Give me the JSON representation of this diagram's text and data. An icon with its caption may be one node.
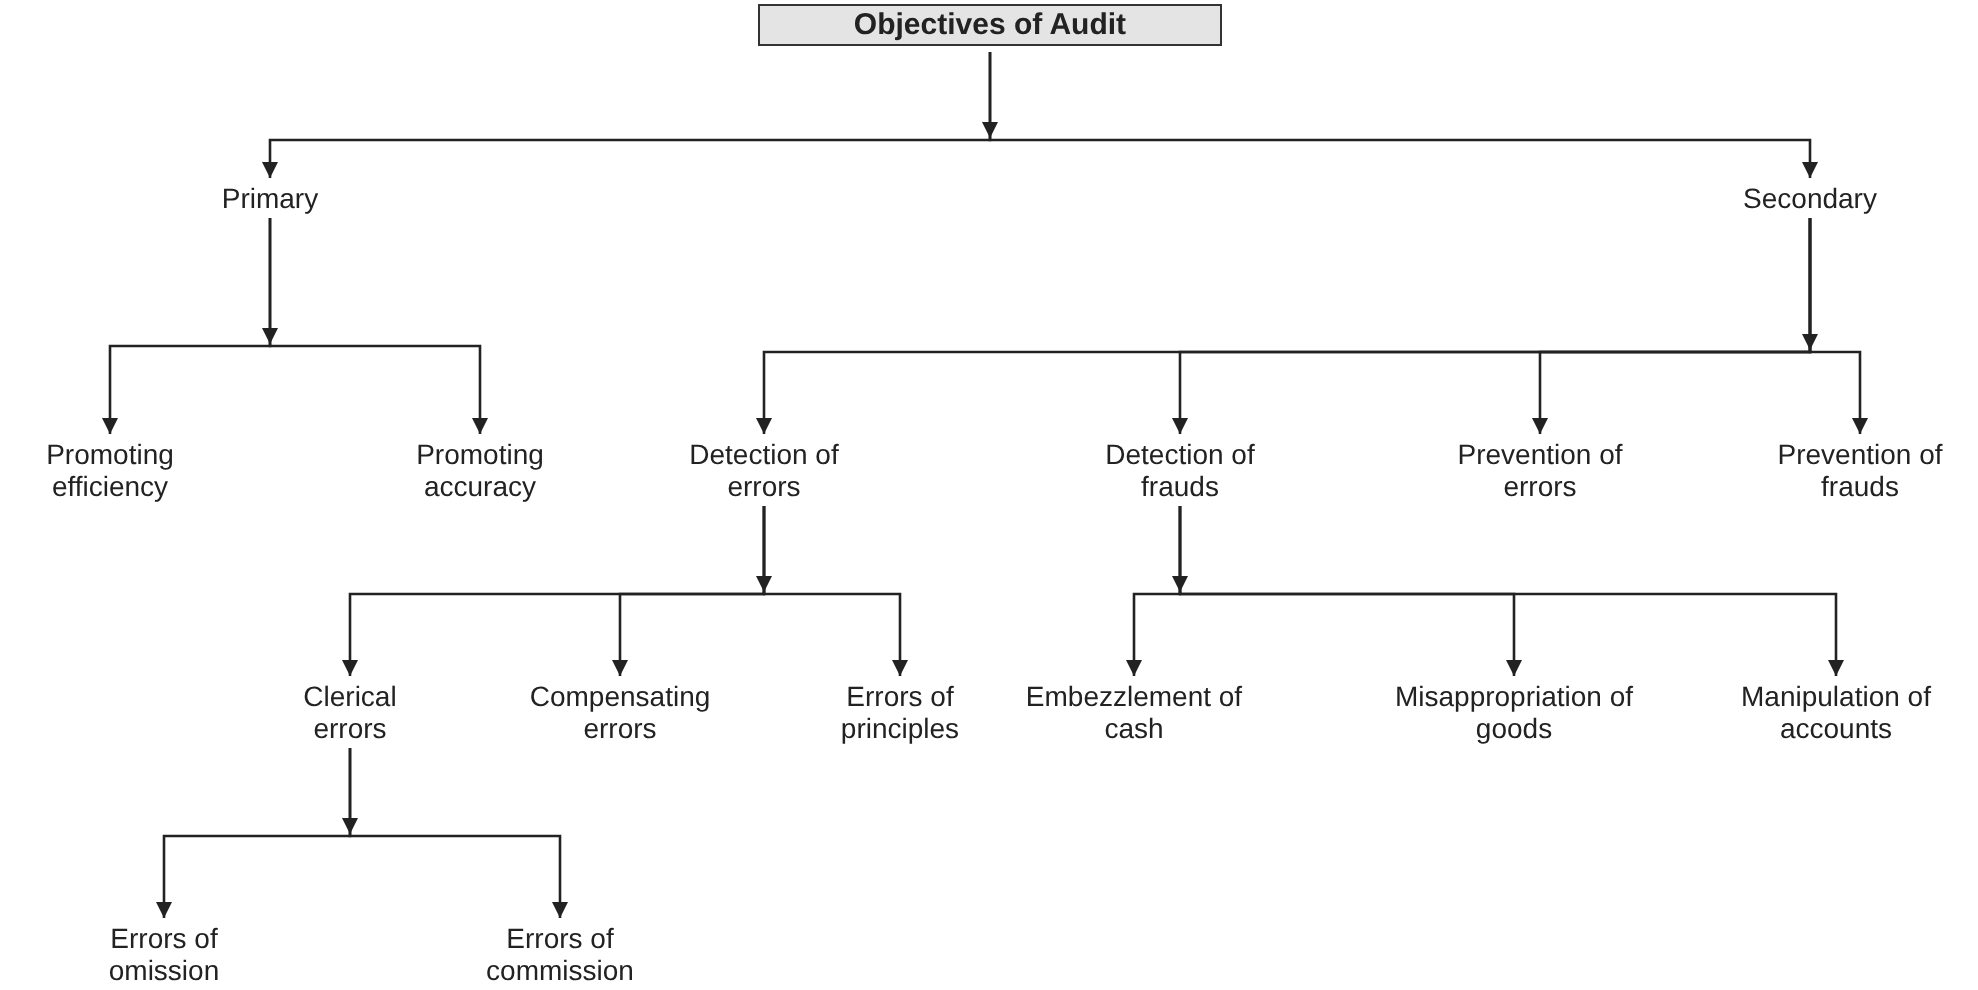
{
  "diagram": {
    "nodes": [
      {
        "text": [
          "Objectives of Audit"
        ]
      },
      {
        "text": [
          "Primary"
        ]
      },
      {
        "text": [
          "Secondary"
        ]
      },
      {
        "text": [
          "Promoting efficiency"
        ]
      },
      {
        "text": [
          "Promoting accuracy"
        ]
      },
      {
        "text": [
          "Detection of errors"
        ]
      },
      {
        "text": [
          "Detection of frauds"
        ]
      },
      {
        "text": [
          "Prevention of errors"
        ]
      },
      {
        "text": [
          "Prevention of frauds"
        ]
      },
      {
        "text": [
          "Clerical errors"
        ]
      },
      {
        "text": [
          "Compensating errors"
        ]
      },
      {
        "text": [
          "Errors of principles"
        ]
      },
      {
        "text": [
          "Embezzlement of cash"
        ]
      },
      {
        "text": [
          "Misappropriation of goods"
        ]
      },
      {
        "text": [
          "Manipulation of accounts"
        ]
      },
      {
        "text": [
          "Errors of omission"
        ]
      },
      {
        "text": [
          "Errors of commission"
        ]
      }
    ],
    "edges": [
      {
        "from": 0,
        "to": 1,
        "arrow": "to"
      },
      {
        "from": 0,
        "to": 2,
        "arrow": "to"
      },
      {
        "from": 1,
        "to": 3,
        "arrow": "to"
      },
      {
        "from": 1,
        "to": 4,
        "arrow": "to"
      },
      {
        "from": 2,
        "to": 5,
        "arrow": "to"
      },
      {
        "from": 2,
        "to": 6,
        "arrow": "to"
      },
      {
        "from": 2,
        "to": 7,
        "arrow": "to"
      },
      {
        "from": 2,
        "to": 8,
        "arrow": "to"
      },
      {
        "from": 5,
        "to": 9,
        "arrow": "to"
      },
      {
        "from": 5,
        "to": 10,
        "arrow": "to"
      },
      {
        "from": 5,
        "to": 11,
        "arrow": "to"
      },
      {
        "from": 6,
        "to": 12,
        "arrow": "to"
      },
      {
        "from": 6,
        "to": 13,
        "arrow": "to"
      },
      {
        "from": 6,
        "to": 14,
        "arrow": "to"
      },
      {
        "from": 9,
        "to": 15,
        "arrow": "to"
      },
      {
        "from": 9,
        "to": 16,
        "arrow": "to"
      }
    ]
  }
}
